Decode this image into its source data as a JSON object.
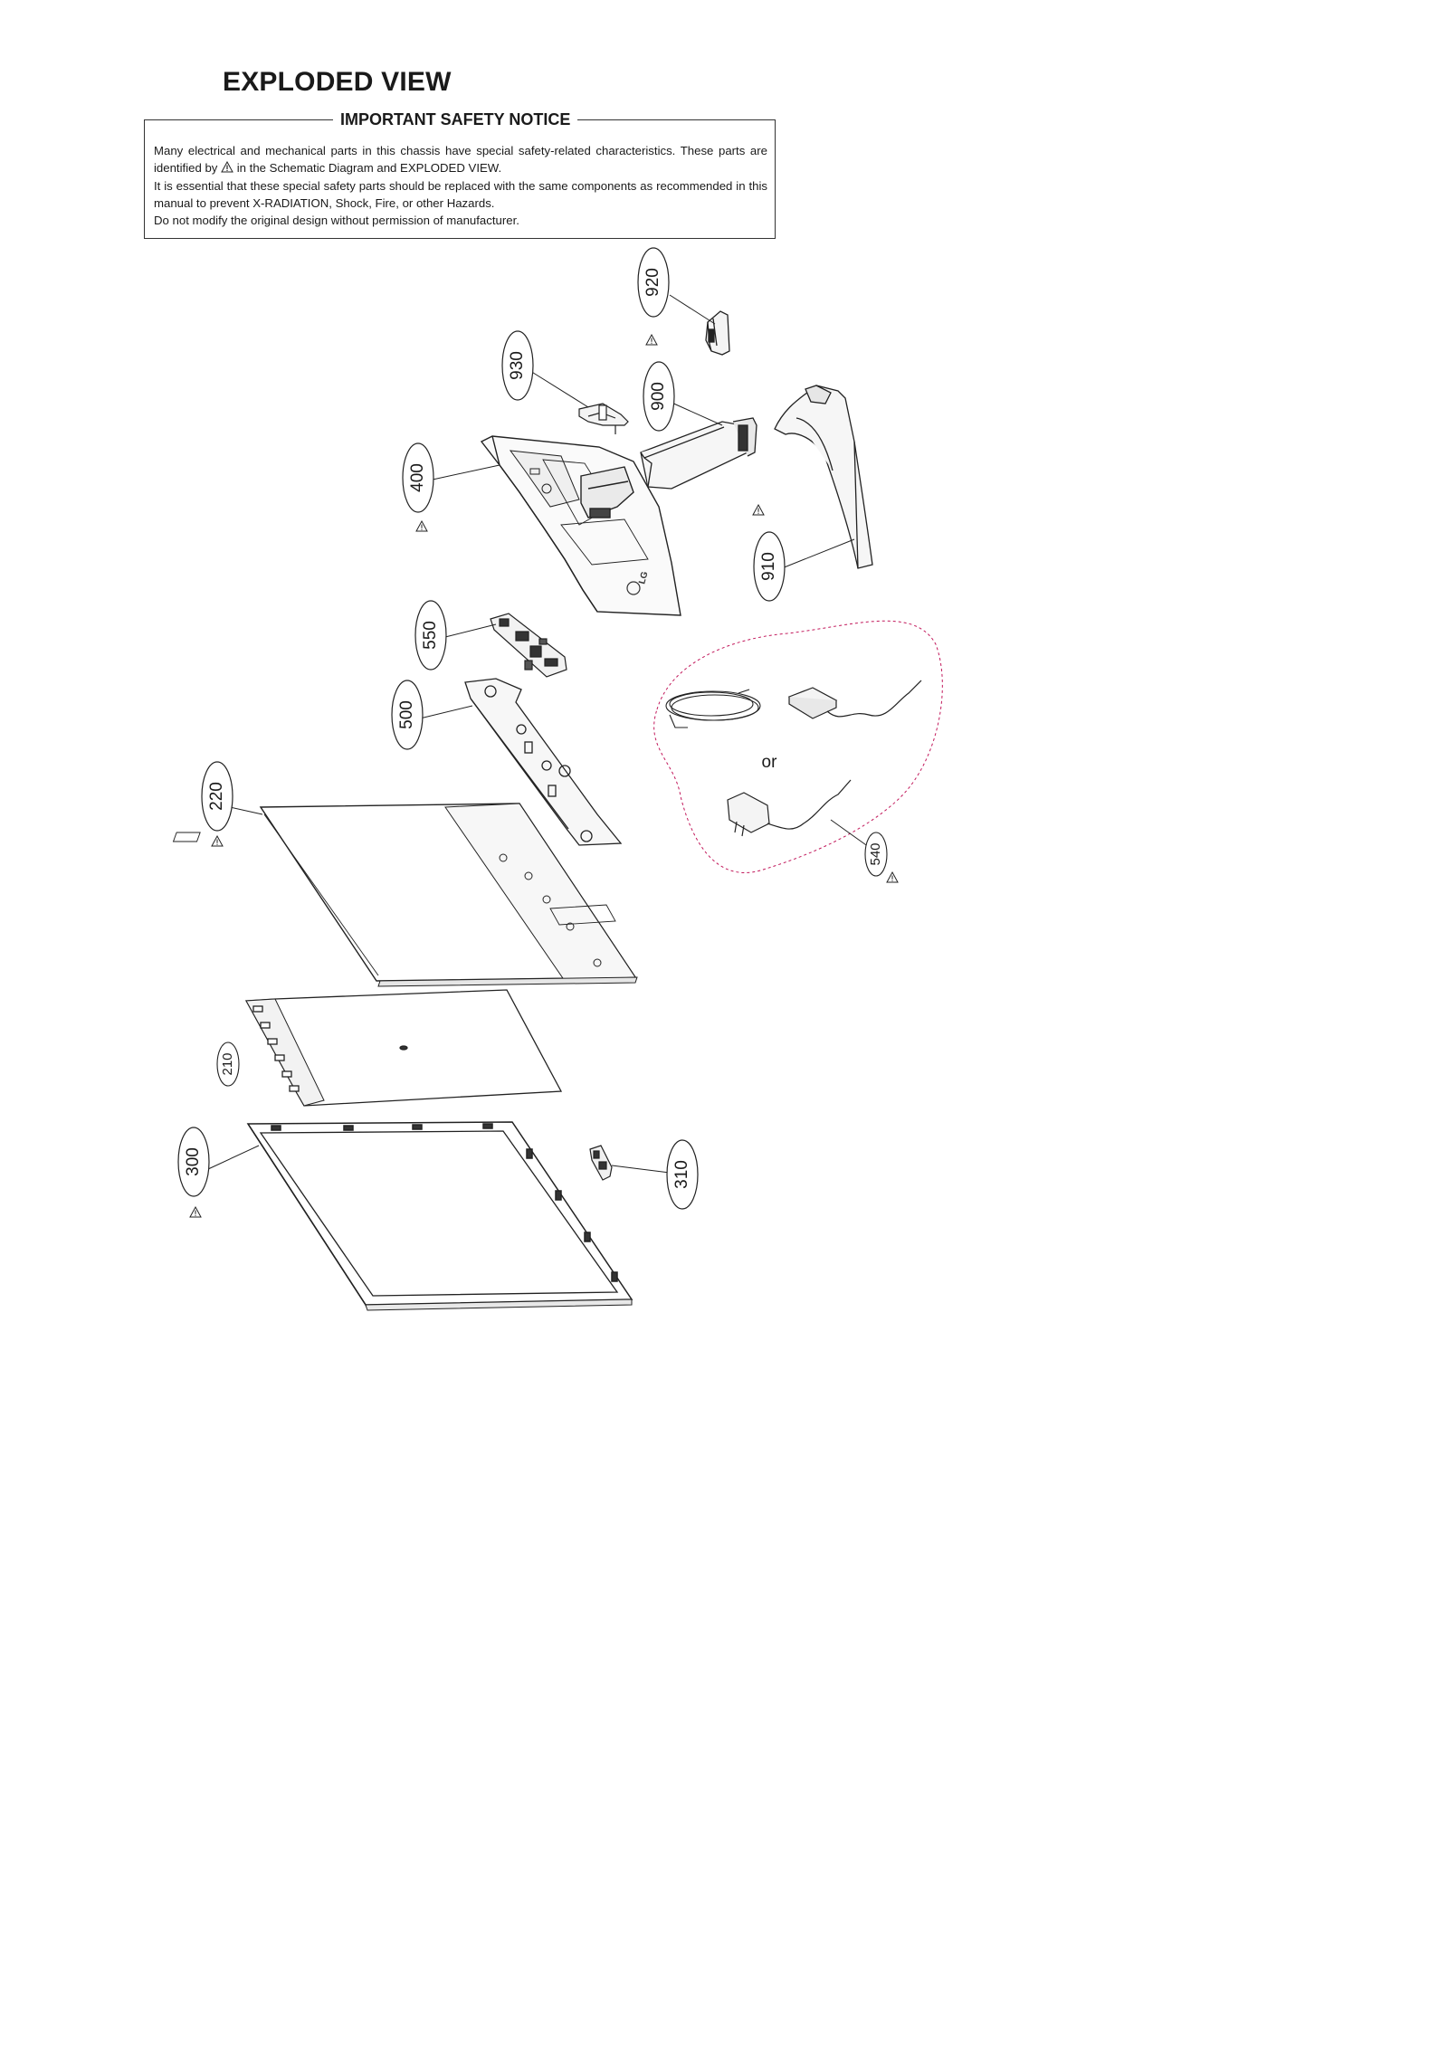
{
  "page_title": "EXPLODED VIEW",
  "notice": {
    "heading": "IMPORTANT SAFETY NOTICE",
    "line1_before_icon": "Many electrical and mechanical parts in this chassis have special safety-related characteristics. These parts are identified by",
    "line1_after_icon": "in the Schematic Diagram and EXPLODED VIEW.",
    "line2": "It is essential that these special safety parts should be replaced with the same components as recommended in this manual to prevent X-RADIATION, Shock, Fire, or other Hazards.",
    "line3": "Do not modify the original design without permission of manufacturer."
  },
  "callouts": {
    "p920": "920",
    "p930": "930",
    "p900": "900",
    "p400": "400",
    "p910": "910",
    "p550": "550",
    "p500": "500",
    "p220": "220",
    "p540": "540",
    "p210": "210",
    "p300": "300",
    "p310": "310"
  },
  "alternative_label": "or",
  "logo_text": "LG"
}
